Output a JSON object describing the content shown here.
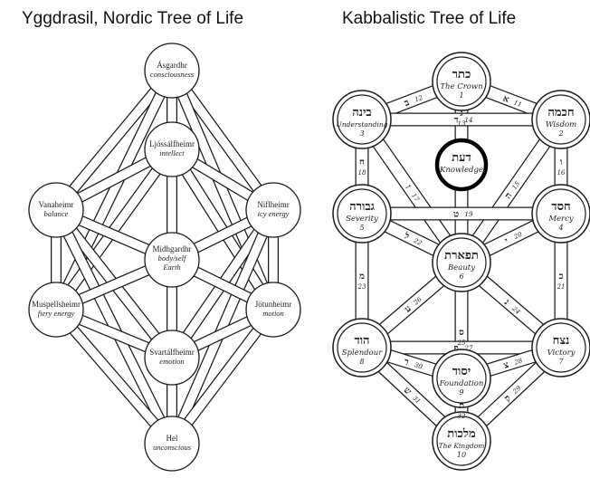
{
  "titles": {
    "left": "Yggdrasil, Nordic Tree of Life",
    "right": "Kabbalistic Tree of Life"
  },
  "colors": {
    "ink": "#1a1a1a",
    "background": "#ffffff"
  },
  "yggdrasil": {
    "nodes": [
      {
        "id": "asgardhr",
        "name": "Ásgardhr",
        "meaning": "consciousness"
      },
      {
        "id": "ljossalfheimr",
        "name": "Ljóssálfheimr",
        "meaning": "intellect"
      },
      {
        "id": "vanaheimr",
        "name": "Vanaheimr",
        "meaning": "balance"
      },
      {
        "id": "niflheimr",
        "name": "Niflheimr",
        "meaning": "icy energy"
      },
      {
        "id": "midhgardhr",
        "name": "Midhgardhr",
        "meaning": "body/self",
        "meaning2": "Earth"
      },
      {
        "id": "muspellsheimr",
        "name": "Muspellsheimr",
        "meaning": "fiery energy"
      },
      {
        "id": "jotunheimr",
        "name": "Jötunheimr",
        "meaning": "motion"
      },
      {
        "id": "svartalfheimr",
        "name": "Svartálfheimr",
        "meaning": "emotion"
      },
      {
        "id": "hel",
        "name": "Hel",
        "meaning": "unconscious"
      }
    ],
    "edges": [
      [
        "asgardhr",
        "ljossalfheimr"
      ],
      [
        "asgardhr",
        "vanaheimr"
      ],
      [
        "asgardhr",
        "niflheimr"
      ],
      [
        "asgardhr",
        "muspellsheimr"
      ],
      [
        "asgardhr",
        "jotunheimr"
      ],
      [
        "ljossalfheimr",
        "vanaheimr"
      ],
      [
        "ljossalfheimr",
        "niflheimr"
      ],
      [
        "ljossalfheimr",
        "midhgardhr"
      ],
      [
        "ljossalfheimr",
        "muspellsheimr"
      ],
      [
        "ljossalfheimr",
        "jotunheimr"
      ],
      [
        "vanaheimr",
        "midhgardhr"
      ],
      [
        "niflheimr",
        "midhgardhr"
      ],
      [
        "vanaheimr",
        "svartalfheimr"
      ],
      [
        "niflheimr",
        "svartalfheimr"
      ],
      [
        "vanaheimr",
        "hel"
      ],
      [
        "niflheimr",
        "hel"
      ],
      [
        "midhgardhr",
        "muspellsheimr"
      ],
      [
        "midhgardhr",
        "jotunheimr"
      ],
      [
        "midhgardhr",
        "svartalfheimr"
      ],
      [
        "muspellsheimr",
        "svartalfheimr"
      ],
      [
        "jotunheimr",
        "svartalfheimr"
      ],
      [
        "muspellsheimr",
        "hel"
      ],
      [
        "jotunheimr",
        "hel"
      ],
      [
        "svartalfheimr",
        "hel"
      ],
      [
        "vanaheimr",
        "muspellsheimr"
      ],
      [
        "niflheimr",
        "jotunheimr"
      ]
    ]
  },
  "kabbalah": {
    "sephirot": [
      {
        "id": "keter",
        "hebrew": "כתר",
        "name": "The Crown",
        "number": "1"
      },
      {
        "id": "binah",
        "hebrew": "בינה",
        "name": "Understanding",
        "number": "3"
      },
      {
        "id": "chokmah",
        "hebrew": "חכמה",
        "name": "Wisdom",
        "number": "2"
      },
      {
        "id": "daat",
        "hebrew": "דעת",
        "name": "Knowledge",
        "number": ""
      },
      {
        "id": "gevurah",
        "hebrew": "גבורה",
        "name": "Severity",
        "number": "5"
      },
      {
        "id": "chesed",
        "hebrew": "חסד",
        "name": "Mercy",
        "number": "4"
      },
      {
        "id": "tiferet",
        "hebrew": "תפארת",
        "name": "Beauty",
        "number": "6"
      },
      {
        "id": "hod",
        "hebrew": "הוד",
        "name": "Splendour",
        "number": "8"
      },
      {
        "id": "netzach",
        "hebrew": "נצח",
        "name": "Victory",
        "number": "7"
      },
      {
        "id": "yesod",
        "hebrew": "יסוד",
        "name": "Foundation",
        "number": "9"
      },
      {
        "id": "malkuth",
        "hebrew": "מלכות",
        "name": "The Kingdom",
        "number": "10"
      }
    ],
    "paths": [
      {
        "from": "keter",
        "to": "chokmah",
        "letter": "א",
        "number": "11"
      },
      {
        "from": "keter",
        "to": "binah",
        "letter": "ב",
        "number": "12"
      },
      {
        "from": "keter",
        "to": "tiferet",
        "letter": "ג",
        "number": "13"
      },
      {
        "from": "chokmah",
        "to": "binah",
        "letter": "ד",
        "number": "14"
      },
      {
        "from": "chokmah",
        "to": "tiferet",
        "letter": "ה",
        "number": "15"
      },
      {
        "from": "chokmah",
        "to": "chesed",
        "letter": "ו",
        "number": "16"
      },
      {
        "from": "binah",
        "to": "tiferet",
        "letter": "ז",
        "number": "17"
      },
      {
        "from": "binah",
        "to": "gevurah",
        "letter": "ח",
        "number": "18"
      },
      {
        "from": "chesed",
        "to": "gevurah",
        "letter": "ט",
        "number": "19"
      },
      {
        "from": "chesed",
        "to": "tiferet",
        "letter": "י",
        "number": "20"
      },
      {
        "from": "chesed",
        "to": "netzach",
        "letter": "כ",
        "number": "21"
      },
      {
        "from": "gevurah",
        "to": "tiferet",
        "letter": "ל",
        "number": "22"
      },
      {
        "from": "gevurah",
        "to": "hod",
        "letter": "מ",
        "number": "23"
      },
      {
        "from": "tiferet",
        "to": "netzach",
        "letter": "נ",
        "number": "24"
      },
      {
        "from": "tiferet",
        "to": "yesod",
        "letter": "ס",
        "number": "25"
      },
      {
        "from": "tiferet",
        "to": "hod",
        "letter": "ע",
        "number": "26"
      },
      {
        "from": "netzach",
        "to": "hod",
        "letter": "פ",
        "number": "27"
      },
      {
        "from": "netzach",
        "to": "yesod",
        "letter": "צ",
        "number": "28"
      },
      {
        "from": "netzach",
        "to": "malkuth",
        "letter": "ק",
        "number": "29"
      },
      {
        "from": "hod",
        "to": "yesod",
        "letter": "ר",
        "number": "30"
      },
      {
        "from": "hod",
        "to": "malkuth",
        "letter": "ש",
        "number": "31"
      },
      {
        "from": "yesod",
        "to": "malkuth",
        "letter": "ת",
        "number": "32"
      }
    ]
  }
}
